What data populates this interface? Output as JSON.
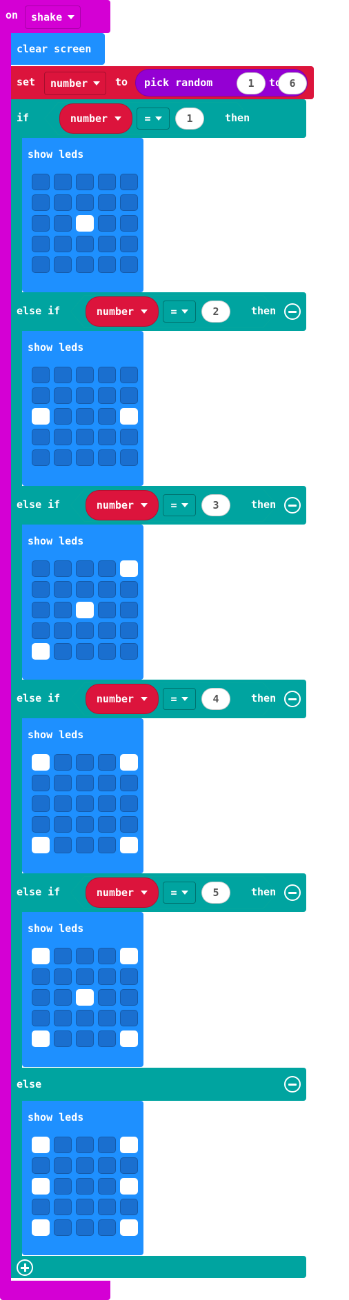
{
  "event": {
    "keyword": "on",
    "gesture": "shake"
  },
  "clear_screen": {
    "label": "clear screen"
  },
  "set_block": {
    "keyword": "set",
    "variable": "number",
    "to": "to",
    "pick_random": {
      "label": "pick random",
      "from": "1",
      "to_label": "to",
      "to": "6"
    }
  },
  "branches": [
    {
      "keyword": "if",
      "variable": "number",
      "operator": "=",
      "value": "1",
      "then": "then",
      "show_leds": "show leds",
      "leds": [
        [
          0,
          0,
          0,
          0,
          0
        ],
        [
          0,
          0,
          0,
          0,
          0
        ],
        [
          0,
          0,
          1,
          0,
          0
        ],
        [
          0,
          0,
          0,
          0,
          0
        ],
        [
          0,
          0,
          0,
          0,
          0
        ]
      ]
    },
    {
      "keyword": "else if",
      "variable": "number",
      "operator": "=",
      "value": "2",
      "then": "then",
      "show_leds": "show leds",
      "leds": [
        [
          0,
          0,
          0,
          0,
          0
        ],
        [
          0,
          0,
          0,
          0,
          0
        ],
        [
          1,
          0,
          0,
          0,
          1
        ],
        [
          0,
          0,
          0,
          0,
          0
        ],
        [
          0,
          0,
          0,
          0,
          0
        ]
      ]
    },
    {
      "keyword": "else if",
      "variable": "number",
      "operator": "=",
      "value": "3",
      "then": "then",
      "show_leds": "show leds",
      "leds": [
        [
          0,
          0,
          0,
          0,
          1
        ],
        [
          0,
          0,
          0,
          0,
          0
        ],
        [
          0,
          0,
          1,
          0,
          0
        ],
        [
          0,
          0,
          0,
          0,
          0
        ],
        [
          1,
          0,
          0,
          0,
          0
        ]
      ]
    },
    {
      "keyword": "else if",
      "variable": "number",
      "operator": "=",
      "value": "4",
      "then": "then",
      "show_leds": "show leds",
      "leds": [
        [
          1,
          0,
          0,
          0,
          1
        ],
        [
          0,
          0,
          0,
          0,
          0
        ],
        [
          0,
          0,
          0,
          0,
          0
        ],
        [
          0,
          0,
          0,
          0,
          0
        ],
        [
          1,
          0,
          0,
          0,
          1
        ]
      ]
    },
    {
      "keyword": "else if",
      "variable": "number",
      "operator": "=",
      "value": "5",
      "then": "then",
      "show_leds": "show leds",
      "leds": [
        [
          1,
          0,
          0,
          0,
          1
        ],
        [
          0,
          0,
          0,
          0,
          0
        ],
        [
          0,
          0,
          1,
          0,
          0
        ],
        [
          0,
          0,
          0,
          0,
          0
        ],
        [
          1,
          0,
          0,
          0,
          1
        ]
      ]
    }
  ],
  "else_branch": {
    "keyword": "else",
    "show_leds": "show leds",
    "leds": [
      [
        1,
        0,
        0,
        0,
        1
      ],
      [
        0,
        0,
        0,
        0,
        0
      ],
      [
        1,
        0,
        0,
        0,
        1
      ],
      [
        0,
        0,
        0,
        0,
        0
      ],
      [
        1,
        0,
        0,
        0,
        1
      ]
    ]
  },
  "colors": {
    "input": "#d400d4",
    "basic": "#1e90ff",
    "logic": "#00a4a0",
    "variables": "#dc143c",
    "math": "#9400d3",
    "led_on": "#ffffff",
    "led_off": "#1a6fcf"
  }
}
